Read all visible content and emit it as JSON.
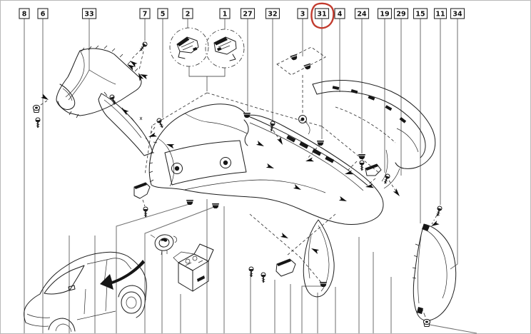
{
  "diagram": {
    "kind": "exploded-parts-diagram",
    "background": "#ffffff",
    "line_color": "#1c1c1c",
    "leader_color": "#6e6e6e",
    "highlight": {
      "target_callout": "31",
      "color": "#c23b2e"
    },
    "callout_count": 18,
    "callouts": [
      {
        "label": "8"
      },
      {
        "label": "6"
      },
      {
        "label": "33"
      },
      {
        "label": "7"
      },
      {
        "label": "5"
      },
      {
        "label": "2"
      },
      {
        "label": "1"
      },
      {
        "label": "27"
      },
      {
        "label": "32"
      },
      {
        "label": "3"
      },
      {
        "label": "31",
        "highlighted": true
      },
      {
        "label": "4"
      },
      {
        "label": "24"
      },
      {
        "label": "19"
      },
      {
        "label": "29"
      },
      {
        "label": "15"
      },
      {
        "label": "11"
      },
      {
        "label": "34"
      }
    ]
  }
}
